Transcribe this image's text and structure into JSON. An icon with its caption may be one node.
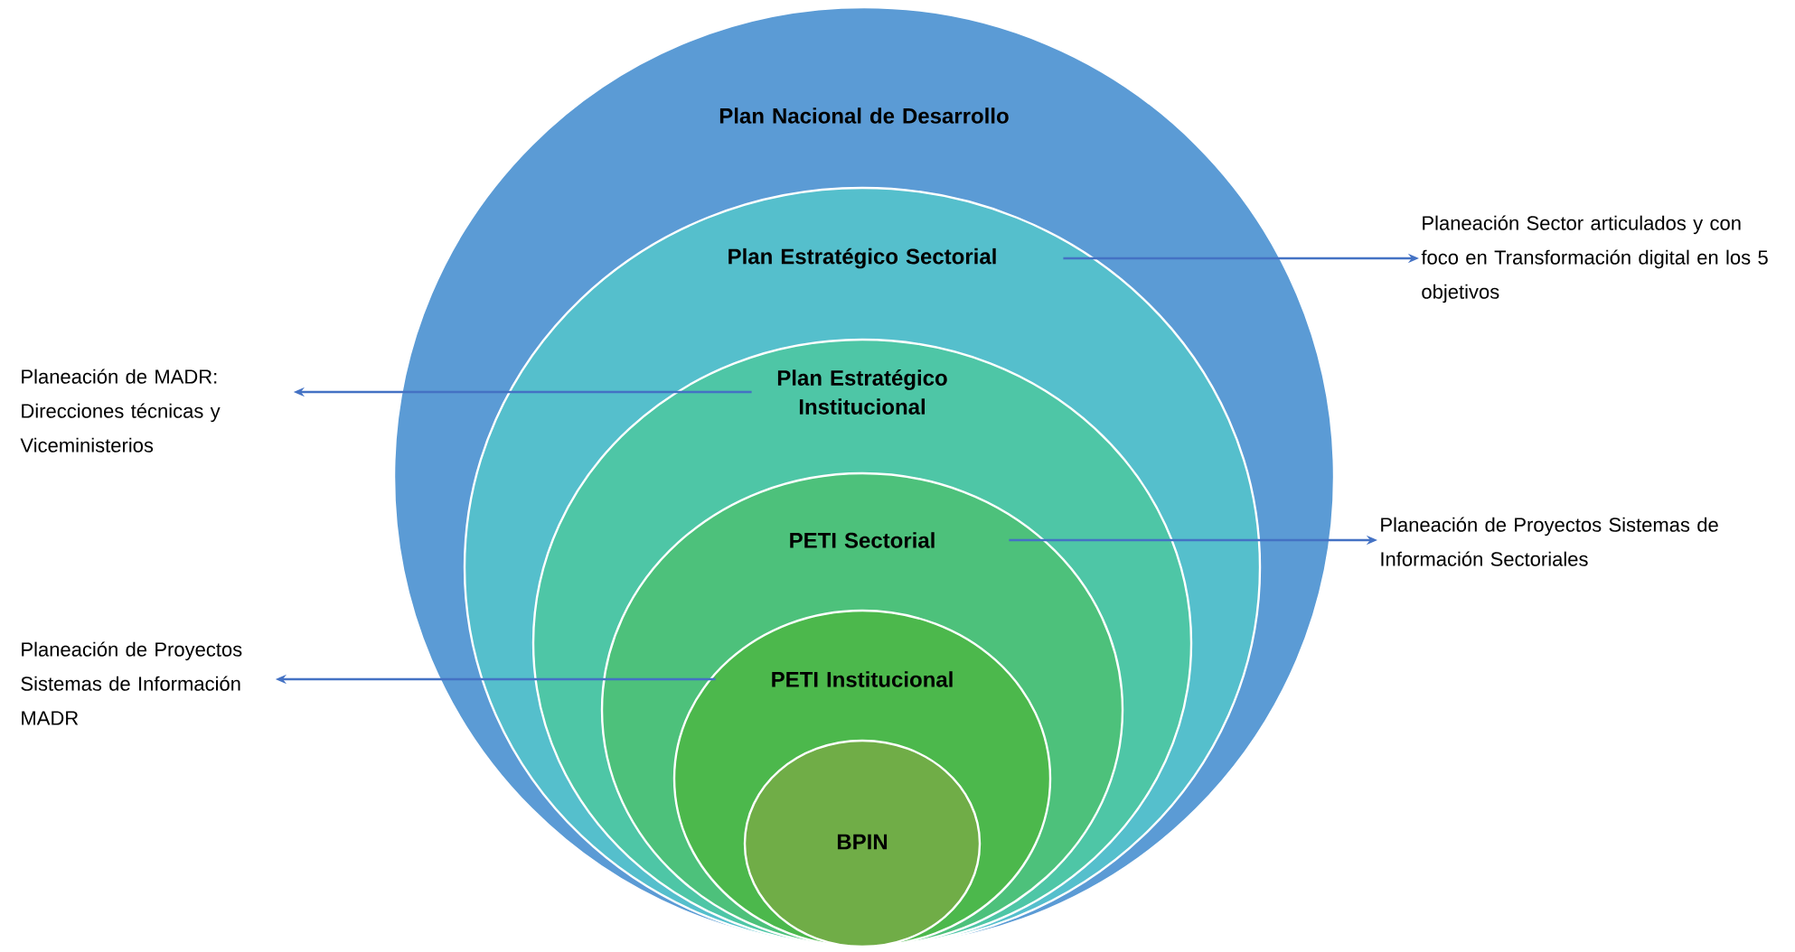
{
  "diagram": {
    "nodes": [
      {
        "text": [
          "Plan Nacional de Desarrollo"
        ]
      },
      {
        "text": [
          "Plan Estratégico Sectorial"
        ],
        "in": 0
      },
      {
        "text": [
          "Plan Estratégico Institucional"
        ],
        "in": 1
      },
      {
        "text": [
          "PETI Sectorial"
        ],
        "in": 2
      },
      {
        "text": [
          "PETI Institucional"
        ],
        "in": 3
      },
      {
        "text": [
          "BPIN"
        ],
        "in": 4
      },
      {
        "text": [
          "Planeación Sector articulados  y con foco en Transformación digital en los 5 objetivos"
        ]
      },
      {
        "text": [
          "Planeación de MADR: Direcciones técnicas y Viceministerios"
        ]
      },
      {
        "text": [
          "Planeación de Proyectos Sistemas de Información Sectoriales"
        ]
      },
      {
        "text": [
          "Planeación de Proyectos Sistemas de Información MADR"
        ]
      }
    ],
    "edges": [
      {
        "from": 1,
        "to": 6,
        "arrow": "to"
      },
      {
        "from": 2,
        "to": 7,
        "arrow": "to"
      },
      {
        "from": 3,
        "to": 8,
        "arrow": "to"
      },
      {
        "from": 4,
        "to": 9,
        "arrow": "to"
      }
    ]
  }
}
